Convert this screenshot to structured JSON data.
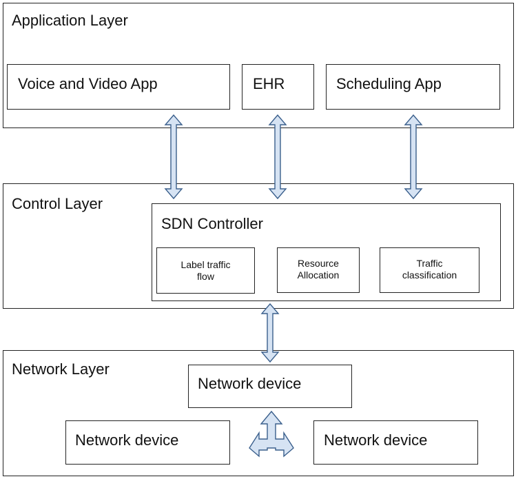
{
  "application_layer": {
    "title": "Application Layer",
    "apps": [
      "Voice and Video App",
      "EHR",
      "Scheduling App"
    ]
  },
  "control_layer": {
    "title": "Control Layer",
    "controller": {
      "title": "SDN Controller",
      "functions": [
        [
          "Label traffic",
          "flow"
        ],
        [
          "Resource",
          "Allocation"
        ],
        [
          "Traffic",
          "classification"
        ]
      ]
    }
  },
  "network_layer": {
    "title": "Network Layer",
    "devices": [
      "Network device",
      "Network device",
      "Network device"
    ]
  },
  "colors": {
    "arrow_fill": "#d6e3f3",
    "arrow_stroke": "#3a5f8c",
    "border": "#222222"
  },
  "connectors": [
    {
      "from": "Voice and Video App",
      "to": "SDN Controller",
      "type": "bidirectional"
    },
    {
      "from": "EHR",
      "to": "SDN Controller",
      "type": "bidirectional"
    },
    {
      "from": "Scheduling App",
      "to": "SDN Controller",
      "type": "bidirectional"
    },
    {
      "from": "SDN Controller",
      "to": "Network device",
      "type": "bidirectional"
    },
    {
      "between": "Network device",
      "type": "four-way"
    }
  ]
}
